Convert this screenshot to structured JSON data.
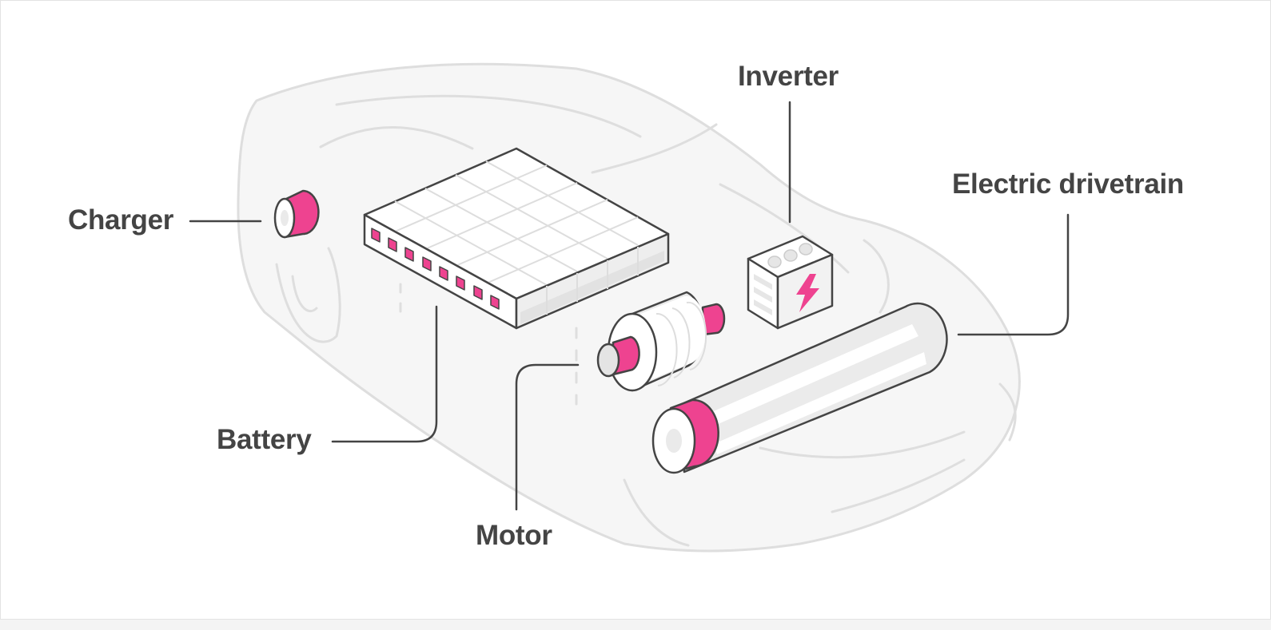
{
  "labels": {
    "charger": "Charger",
    "battery": "Battery",
    "motor": "Motor",
    "inverter": "Inverter",
    "drivetrain": "Electric drivetrain"
  },
  "colors": {
    "accent": "#ee4390",
    "outline": "#444444",
    "car_outline": "#dedede",
    "car_fill": "#f6f6f6",
    "background": "#ffffff"
  },
  "icons": {
    "charger": "charger-port-icon",
    "battery": "battery-pack-icon",
    "motor": "motor-icon",
    "inverter": "inverter-box-icon",
    "drivetrain": "drivetrain-shaft-icon",
    "lightning": "lightning-bolt-icon"
  }
}
